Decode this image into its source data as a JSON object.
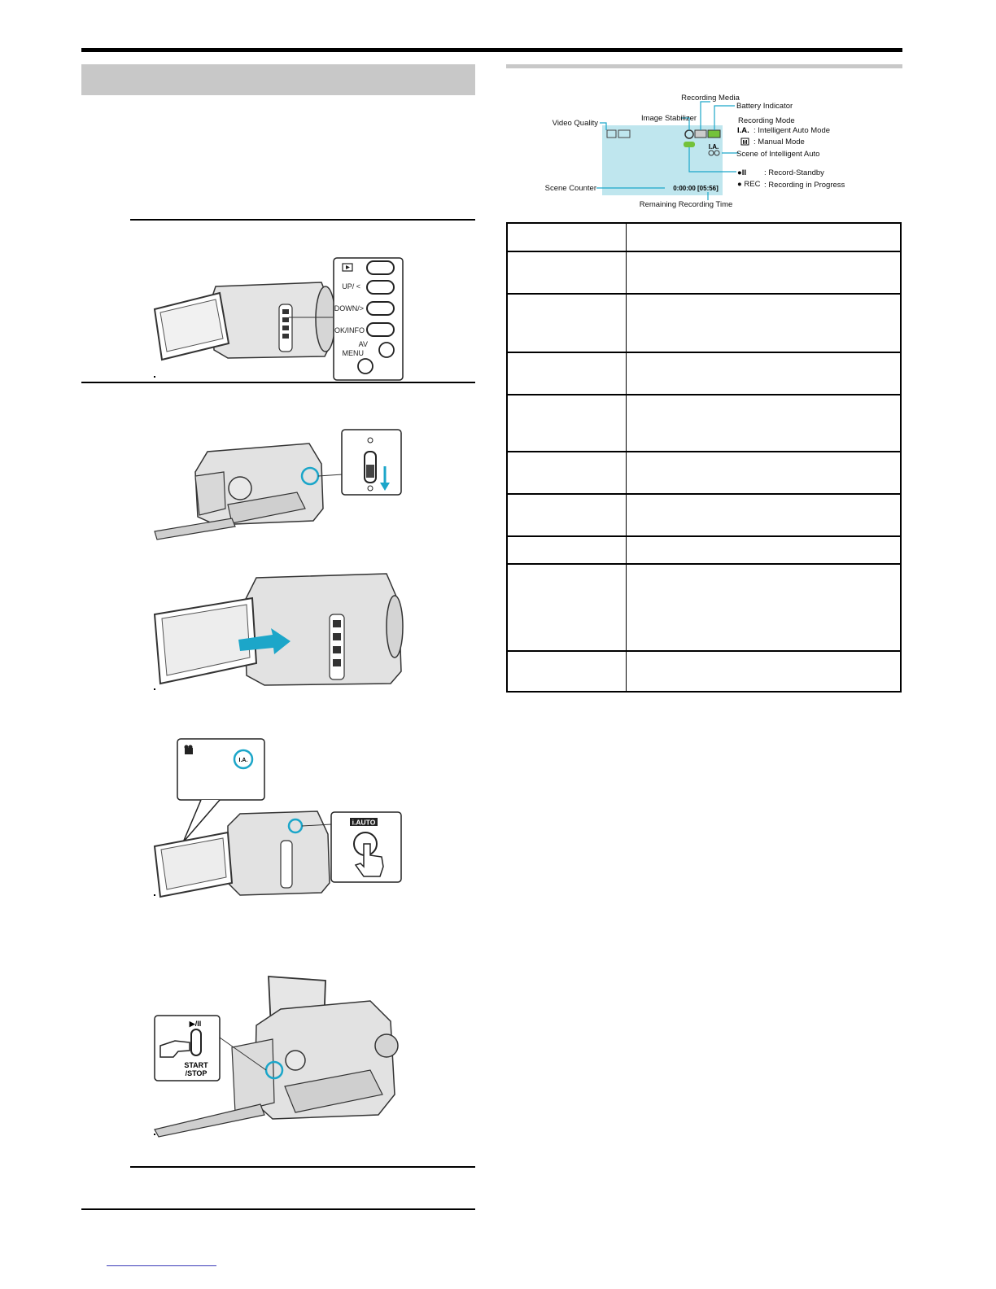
{
  "screen_diagram": {
    "video_quality": "Video Quality",
    "image_stabilizer": "Image Stabilizer",
    "recording_media": "Recording Media",
    "battery_indicator": "Battery Indicator",
    "recording_mode": "Recording Mode",
    "ia_symbol": "I.A.",
    "ia_mode": ": Intelligent Auto Mode",
    "m_symbol": "M",
    "manual_mode": ": Manual Mode",
    "scene_ia": "Scene of Intelligent Auto",
    "standby_symbol": "●II",
    "record_standby": ": Record-Standby",
    "rec_symbol": "● REC",
    "recording_progress": ": Recording in Progress",
    "scene_counter": "Scene Counter",
    "remaining_time": "Remaining Recording Time",
    "counter_value": "0:00:00 [05:56]",
    "screen_ia": "I.A."
  },
  "camera_panel": {
    "up": "UP/ <",
    "down": "DOWN/>",
    "ok": "OK/INFO",
    "av": "AV",
    "menu": "MENU"
  },
  "iauto": {
    "button_label": "i.AUTO",
    "screen_ia": "I.A."
  },
  "start_stop": {
    "play_pause": "▶/II",
    "label_line1": "START",
    "label_line2": "/STOP"
  },
  "colors": {
    "screen_bg": "#bfe6ee",
    "callout": "#1ca6c9",
    "band_gray": "#c8c8c8"
  }
}
